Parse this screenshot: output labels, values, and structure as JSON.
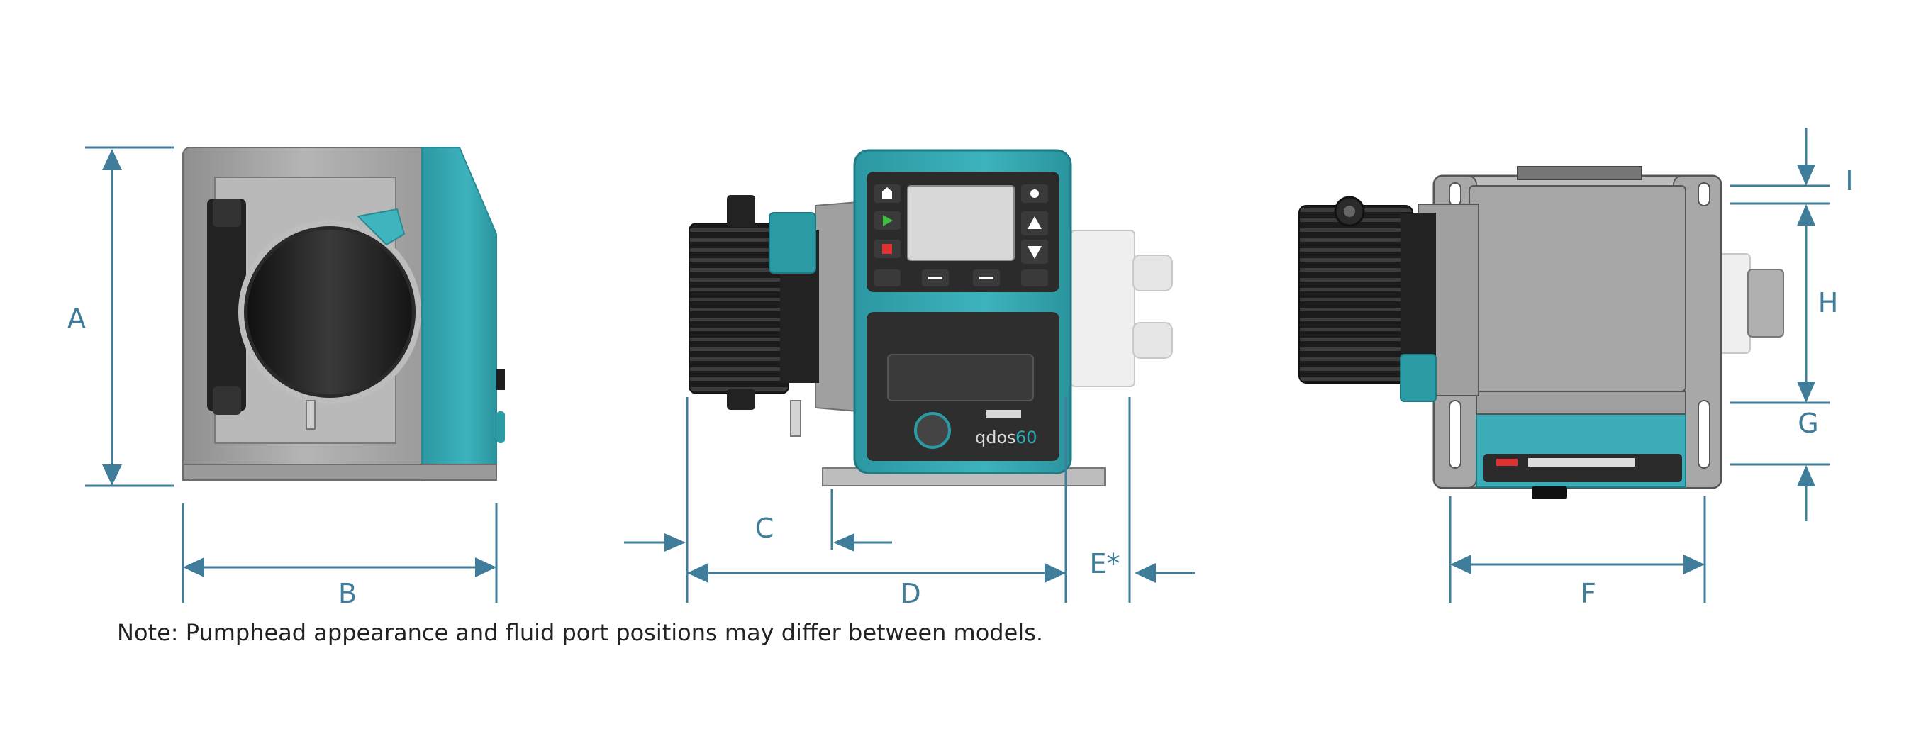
{
  "dimensions": {
    "a": "A",
    "b": "B",
    "c": "C",
    "d": "D",
    "e": "E*",
    "f": "F",
    "g": "G",
    "h": "H",
    "i": "I"
  },
  "pump_brand": "qdos",
  "pump_model_number": "60",
  "note": "Note: Pumphead appearance and fluid port positions may differ between models.",
  "colors": {
    "dimension_line": "#3f7d9a",
    "pump_teal": "#33a7b1",
    "housing_grey": "#a9a9a9",
    "pumphead_black": "#1e1e1e"
  },
  "icons": [
    "home-icon",
    "play-icon",
    "stop-icon",
    "info-icon",
    "up-arrow-icon",
    "down-arrow-icon"
  ]
}
